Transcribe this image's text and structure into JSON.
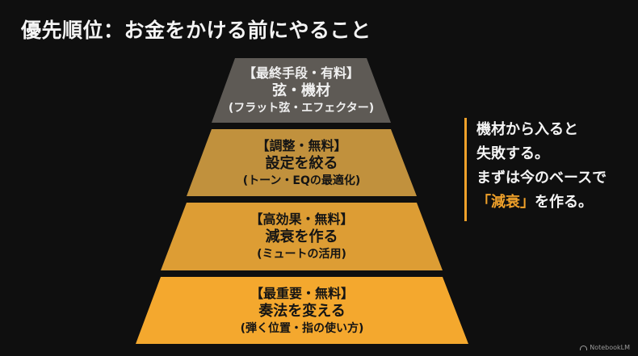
{
  "title": "優先順位：お金をかける前にやること",
  "pyramid": [
    {
      "heading": "【最終手段・有料】",
      "main": "弦・機材",
      "sub": "(フラット弦・エフェクター)",
      "color": "#5e5a55"
    },
    {
      "heading": "【調整・無料】",
      "main": "設定を絞る",
      "sub": "(トーン・EQの最適化)",
      "color": "#c1913d"
    },
    {
      "heading": "【高効果・無料】",
      "main": "減衰を作る",
      "sub": "(ミュートの活用)",
      "color": "#dd9d34"
    },
    {
      "heading": "【最重要・無料】",
      "main": "奏法を変える",
      "sub": "(弾く位置・指の使い方)",
      "color": "#f4a82e"
    }
  ],
  "side_note": {
    "line1": "機材から入ると",
    "line2": "失敗する。",
    "line3": "まずは今のベースで",
    "highlight": "「減衰」",
    "line4_rest": "を作る。",
    "accent_color": "#f0a12a"
  },
  "watermark": "NotebookLM"
}
